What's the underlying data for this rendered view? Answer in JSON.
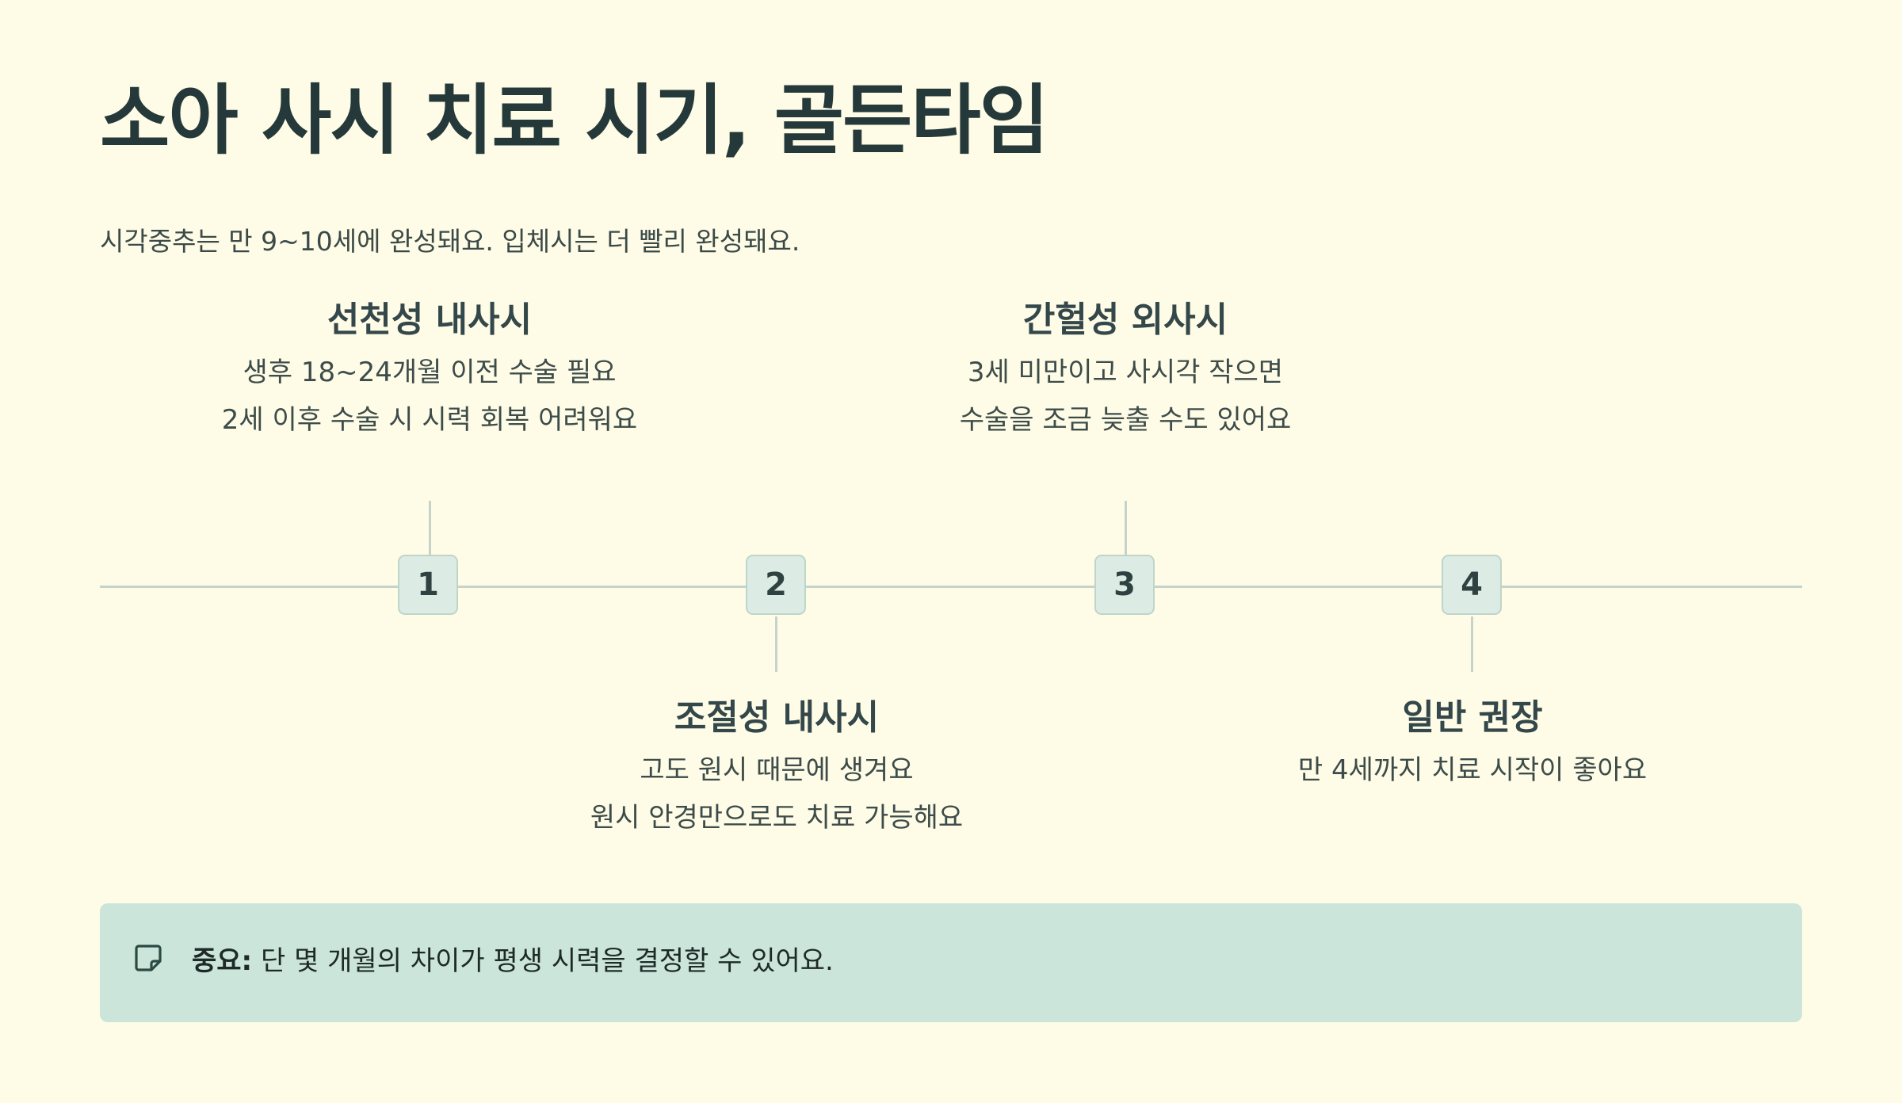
{
  "header": {
    "title": "소아 사시 치료 시기, 골든타임",
    "subtitle": "시각중추는 만 9~10세에 완성돼요. 입체시는 더 빨리 완성돼요."
  },
  "timeline": {
    "stages": [
      {
        "number": "1",
        "title": "선천성 내사시",
        "lines": [
          "생후 18~24개월 이전 수술 필요",
          "2세 이후 수술 시 시력 회복 어려워요"
        ]
      },
      {
        "number": "2",
        "title": "조절성 내사시",
        "lines": [
          "고도 원시 때문에 생겨요",
          "원시 안경만으로도 치료 가능해요"
        ]
      },
      {
        "number": "3",
        "title": "간헐성 외사시",
        "lines": [
          "3세 미만이고 사시각 작으면",
          "수술을 조금 늦출 수도 있어요"
        ]
      },
      {
        "number": "4",
        "title": "일반 권장",
        "lines": [
          "만 4세까지 치료 시작이 좋아요"
        ]
      }
    ]
  },
  "note": {
    "icon": "sticky-note-icon",
    "label": "중요:",
    "text": " 단 몇 개월의 차이가 평생 시력을 결정할 수 있어요."
  },
  "colors": {
    "background": "#fefce6",
    "title": "#25393a",
    "timeline_line": "#c5d3cb",
    "marker_fill": "#dcebe4",
    "marker_border": "#bfd5ca",
    "note_background": "#cbe5da"
  }
}
